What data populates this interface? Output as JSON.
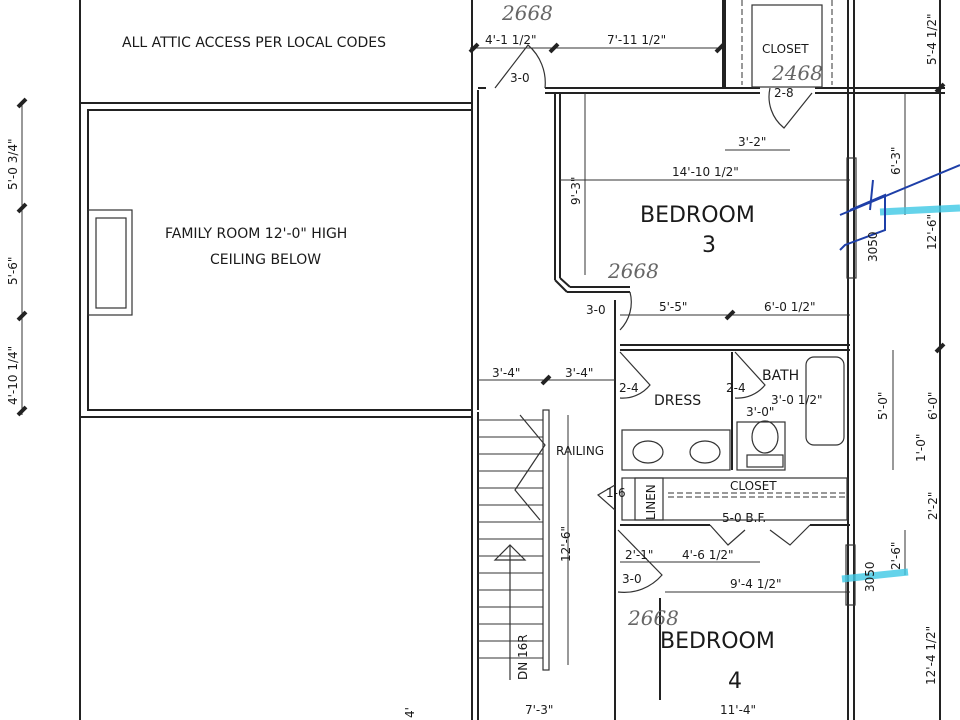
{
  "notes": {
    "attic": "ALL ATTIC ACCESS PER LOCAL CODES",
    "family_room_line1": "FAMILY ROOM 12'-0\" HIGH",
    "family_room_line2": "CEILING BELOW",
    "railing": "RAILING",
    "stairs": "DN 16R"
  },
  "rooms": {
    "bedroom3_name": "BEDROOM",
    "bedroom3_num": "3",
    "bedroom4_name": "BEDROOM",
    "bedroom4_num": "4",
    "closet_top": "CLOSET",
    "dress": "DRESS",
    "bath": "BATH",
    "linen": "LINEN",
    "closet_hall": "CLOSET"
  },
  "doors": {
    "attic_door": "3-0",
    "closet_door": "2-8",
    "bed3_door": "3-0",
    "dress_door": "2-4",
    "bath_door": "2-4",
    "linen_door": "1-6",
    "bifold": "5-0 B.F.",
    "bed4_door": "3-0"
  },
  "windows": {
    "bed3_window": "3050",
    "bed4_window": "3050"
  },
  "dimensions": {
    "top_a": "4'-1 1/2\"",
    "top_b": "7'-11 1/2\"",
    "closet_w": "3'-2\"",
    "bed3_w": "14'-10 1/2\"",
    "bed3_left": "9'-3\"",
    "bed3_bot_a": "5'-5\"",
    "bed3_bot_b": "6'-0 1/2\"",
    "right_a": "6'-3\"",
    "right_b": "12'-6\"",
    "right_top": "5'-4 1/2\"",
    "left_a": "5'-0 3/4\"",
    "left_b": "5'-6\"",
    "left_c": "4'-10 1/4\"",
    "hall_a": "3'-4\"",
    "hall_b": "3'-4\"",
    "bath_a": "3'-0 1/2\"",
    "bath_b": "3'-0\"",
    "bath_v": "5'-0\"",
    "bath_v2": "1'-0\"",
    "bath_v3": "6'-0\"",
    "closet_v": "2'-2\"",
    "win4_v": "2'-6\"",
    "stair_len": "12'-6\"",
    "bed4_a": "2'-1\"",
    "bed4_b": "4'-6 1/2\"",
    "bed4_w": "9'-4 1/2\"",
    "bed4_v": "12'-4 1/2\"",
    "bottom_a": "7'-3\"",
    "bottom_b": "11'-4\"",
    "bottom_left": "4'"
  },
  "handwritten": {
    "h1": "2668",
    "h2": "2468",
    "h3": "2668",
    "h4": "2668"
  },
  "colors": {
    "highlight": "#3ec9e6",
    "pen": "#1e3fa8"
  }
}
